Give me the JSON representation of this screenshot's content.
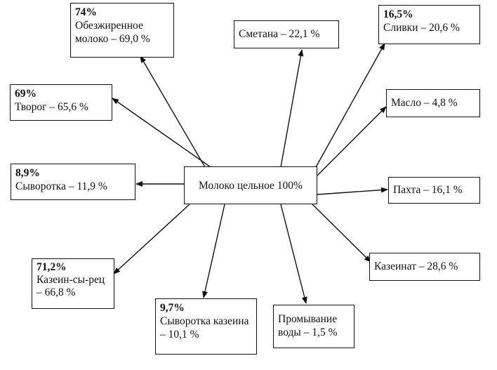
{
  "center": {
    "label": "Молоко цельное 100%"
  },
  "nodes": [
    {
      "id": "skim-milk",
      "pct": "74%",
      "label": "Обезжиренное молоко – 69,0 %"
    },
    {
      "id": "sour-cream",
      "pct": "",
      "label": "Сметана – 22,1 %"
    },
    {
      "id": "cream",
      "pct": "16,5%",
      "label": "Сливки – 20,6 %"
    },
    {
      "id": "cottage",
      "pct": "69%",
      "label": "Творог – 65,6 %"
    },
    {
      "id": "butter",
      "pct": "",
      "label": "Масло – 4,8 %"
    },
    {
      "id": "whey",
      "pct": "8,9%",
      "label": "Сыворотка – 11,9 %"
    },
    {
      "id": "buttermilk",
      "pct": "",
      "label": "Пахта – 16,1 %"
    },
    {
      "id": "caseinate",
      "pct": "",
      "label": "Казеинат – 28,6 %"
    },
    {
      "id": "raw-casein",
      "pct": "71,2%",
      "label": "Казеин-сы-рец – 66,8 %"
    },
    {
      "id": "casein-whey",
      "pct": "9,7%",
      "label": "Сыворотка казеина – 10,1 %"
    },
    {
      "id": "wash-water",
      "pct": "",
      "label": "Промывание воды – 1,5 %"
    }
  ]
}
